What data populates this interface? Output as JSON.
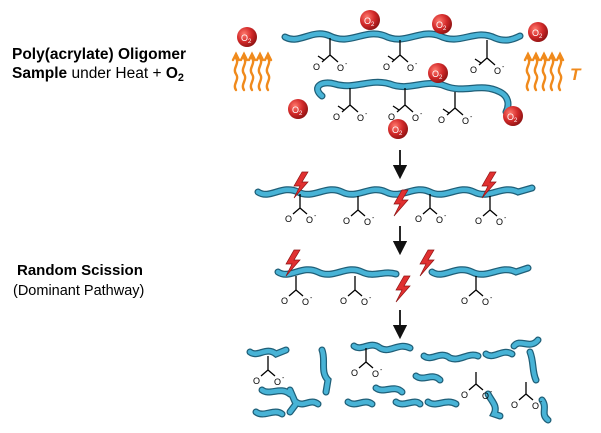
{
  "stage1": {
    "title_line1": "Poly(acrylate) Oligomer",
    "title_line2_bold": "Sample",
    "title_line2_rest": " under Heat + ",
    "oxygen_symbol": "O",
    "oxygen_subscript": "2",
    "heat_symbol": "T"
  },
  "stage3": {
    "title": "Random Scission",
    "subtitle": "(Dominant Pathway)"
  },
  "labels": {
    "oxygen_label": "O",
    "oxygen_sub": "2",
    "carboxylate": "COO",
    "charge": "-"
  },
  "colors": {
    "chain": "#3aa2c6",
    "chain_outline": "#1f5f78",
    "oxygen": "#d32a2a",
    "heat": "#f08a1c",
    "lightning": "#e03030",
    "arrow": "#111111"
  }
}
